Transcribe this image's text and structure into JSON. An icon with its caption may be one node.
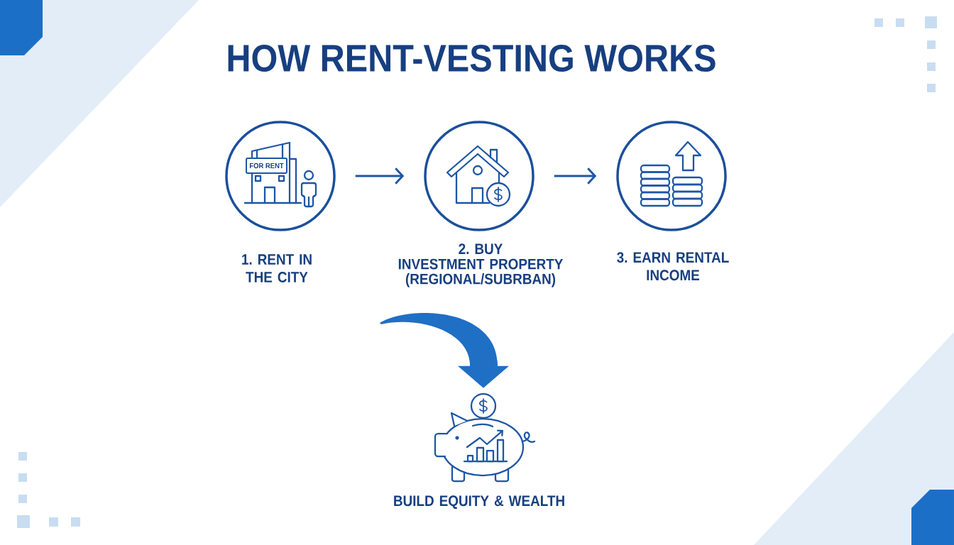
{
  "diagram": {
    "title": "HOW RENT-VESTING WORKS",
    "nodes": [
      {
        "text": [
          "1. RENT IN THE CITY"
        ]
      },
      {
        "text": [
          "2. BUY",
          "INVESTMENT PROPERTY (REGIONAL/SUBRBAN)"
        ]
      },
      {
        "text": [
          "3. EARN RENTAL INCOME"
        ]
      },
      {
        "text": [
          "BUILD EQUITY & WEALTH"
        ]
      }
    ],
    "edges": [
      {
        "from": 0,
        "to": 1,
        "arrow": "to"
      },
      {
        "from": 1,
        "to": 2,
        "arrow": "to"
      },
      {
        "from": null,
        "to": 3,
        "arrow": "to",
        "style": "thick",
        "color": "#1f6fc4"
      }
    ],
    "labels": [
      "FOR RENT"
    ]
  }
}
